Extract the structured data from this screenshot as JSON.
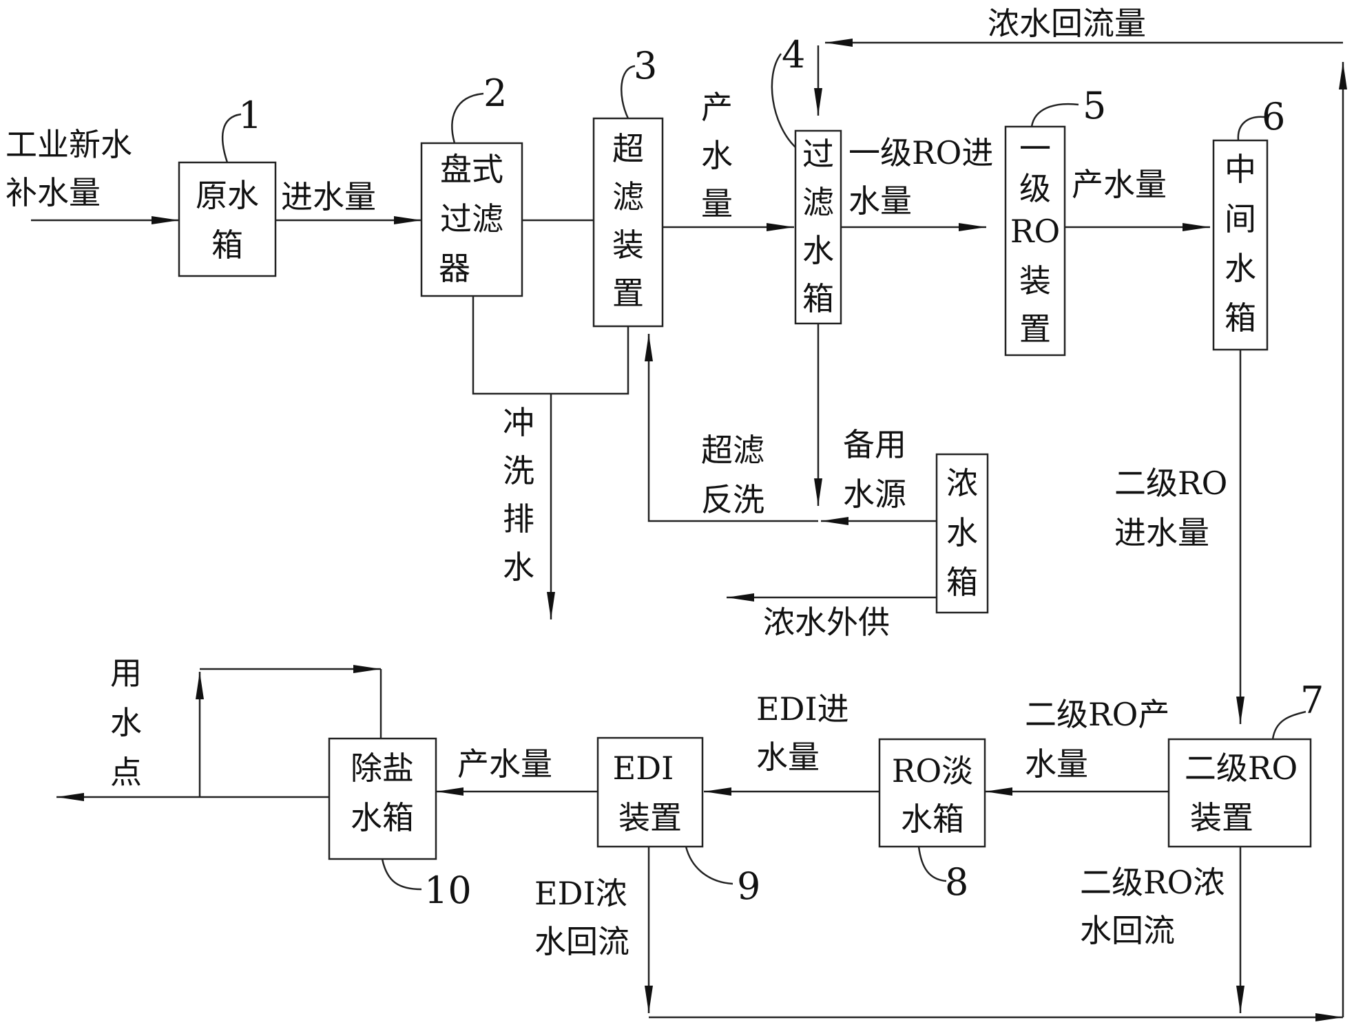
{
  "boxes": {
    "b1": {
      "lines": [
        "原水",
        "箱"
      ]
    },
    "b2": {
      "lines": [
        "盘式",
        "过滤",
        "器"
      ]
    },
    "b3": {
      "lines": [
        "超",
        "滤",
        "装",
        "置"
      ]
    },
    "b4": {
      "lines": [
        "过",
        "滤",
        "水",
        "箱"
      ]
    },
    "b5": {
      "lines": [
        "一",
        "级",
        "RO",
        "装",
        "置"
      ]
    },
    "b6": {
      "lines": [
        "中",
        "间",
        "水",
        "箱"
      ]
    },
    "b7": {
      "lines": [
        "二级RO",
        "装置"
      ]
    },
    "b8": {
      "lines": [
        "RO淡",
        "水箱"
      ]
    },
    "b9": {
      "lines": [
        "EDI",
        "装置"
      ]
    },
    "b10": {
      "lines": [
        "除盐",
        "水箱"
      ]
    },
    "bc": {
      "lines": [
        "浓",
        "水",
        "箱"
      ]
    }
  },
  "numbers": {
    "n1": "1",
    "n2": "2",
    "n3": "3",
    "n4": "4",
    "n5": "5",
    "n6": "6",
    "n7": "7",
    "n8": "8",
    "n9": "9",
    "n10": "10"
  },
  "labels": {
    "fresh_water": [
      "工业新水",
      "补水量"
    ],
    "inlet": "进水量",
    "uf_product": [
      "产",
      "水",
      "量"
    ],
    "ro1_inlet": [
      "一级RO进",
      "水量"
    ],
    "ro1_product": "产水量",
    "conc_return": "浓水回流量",
    "flush_drain": [
      "冲",
      "洗",
      "排",
      "水"
    ],
    "uf_backwash": [
      "超滤",
      "反洗"
    ],
    "backup_source": [
      "备用",
      "水源"
    ],
    "conc_export": "浓水外供",
    "ro2_inlet": [
      "二级RO",
      "进水量"
    ],
    "ro2_product": [
      "二级RO产",
      "水量"
    ],
    "edi_inlet": [
      "EDI进",
      "水量"
    ],
    "edi_product": "产水量",
    "use_point": [
      "用",
      "水",
      "点"
    ],
    "edi_conc_return": [
      "EDI浓",
      "水回流"
    ],
    "ro2_conc_return": [
      "二级RO浓",
      "水回流"
    ]
  }
}
